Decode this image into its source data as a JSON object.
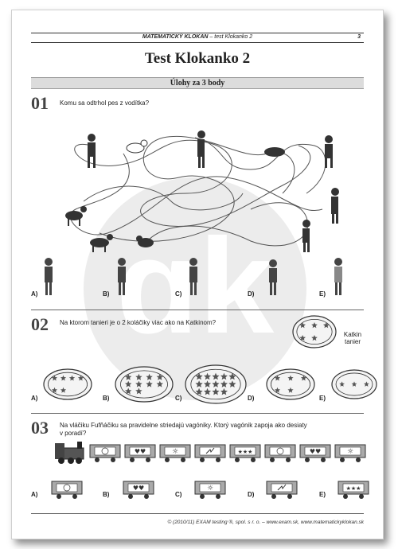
{
  "header": {
    "series": "MATEMATICKÝ KLOKAN",
    "sep": " – ",
    "test": "test Klokanko 2",
    "page": "3"
  },
  "title": "Test Klokanko 2",
  "section": "Úlohy za 3 body",
  "questions": [
    {
      "num": "01",
      "text": "Komu sa odtrhol pes z vodítka?",
      "options": [
        "A)",
        "B)",
        "C)",
        "D)",
        "E)"
      ]
    },
    {
      "num": "02",
      "text": "Na ktorom tanieri je o 2 koláčiky viac ako na Katkinom?",
      "caption_l1": "Katkin",
      "caption_l2": "tanier",
      "options": [
        "A)",
        "B)",
        "C)",
        "D)",
        "E)"
      ]
    },
    {
      "num": "03",
      "text_l1": "Na vláčiku Fufňáčiku sa pravidelne striedajú vagóniky. Ktorý vagónik zapoja ako desiaty",
      "text_l2": "v poradí?",
      "options": [
        "A)",
        "B)",
        "C)",
        "D)",
        "E)"
      ]
    }
  ],
  "q2_plates": {
    "katkin_cookies": 5,
    "option_cookies": [
      6,
      10,
      14,
      5,
      3
    ]
  },
  "q3_wagon_symbols": [
    "smiley",
    "hearts",
    "sun",
    "lightning",
    "stars"
  ],
  "footer": "© (2010/11) EXAM testing ®, spol. s r. o. – www.exam.sk, www.matematickyklokan.sk"
}
